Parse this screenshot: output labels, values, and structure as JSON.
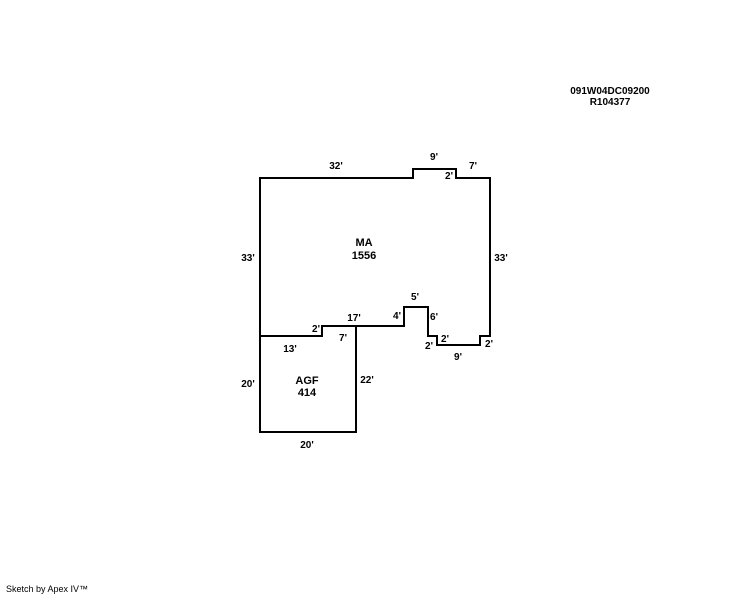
{
  "parcel": {
    "id": "091W04DC09200",
    "account": "R104377"
  },
  "areas": {
    "main": {
      "code": "MA",
      "sqft": "1556"
    },
    "garage": {
      "code": "AGF",
      "sqft": "414"
    }
  },
  "dimensions": {
    "ma_top_left": "32'",
    "ma_top_bump": "9'",
    "ma_top_bump_drop": "2'",
    "ma_top_right": "7'",
    "ma_left": "33'",
    "ma_right": "33'",
    "ma_bottom_17": "17'",
    "ma_bottom_step_2": "2'",
    "ma_bottom_4": "4'",
    "ma_bottom_5": "5'",
    "ma_bottom_6": "6'",
    "ma_bottom_2a": "2'",
    "ma_bottom_2b": "2'",
    "ma_bottom_9": "9'",
    "ma_bottom_2c": "2'",
    "agf_top_13": "13'",
    "agf_top_7": "7'",
    "agf_left": "20'",
    "agf_right": "22'",
    "agf_bottom": "20'"
  },
  "credit": "Sketch by Apex IV™"
}
